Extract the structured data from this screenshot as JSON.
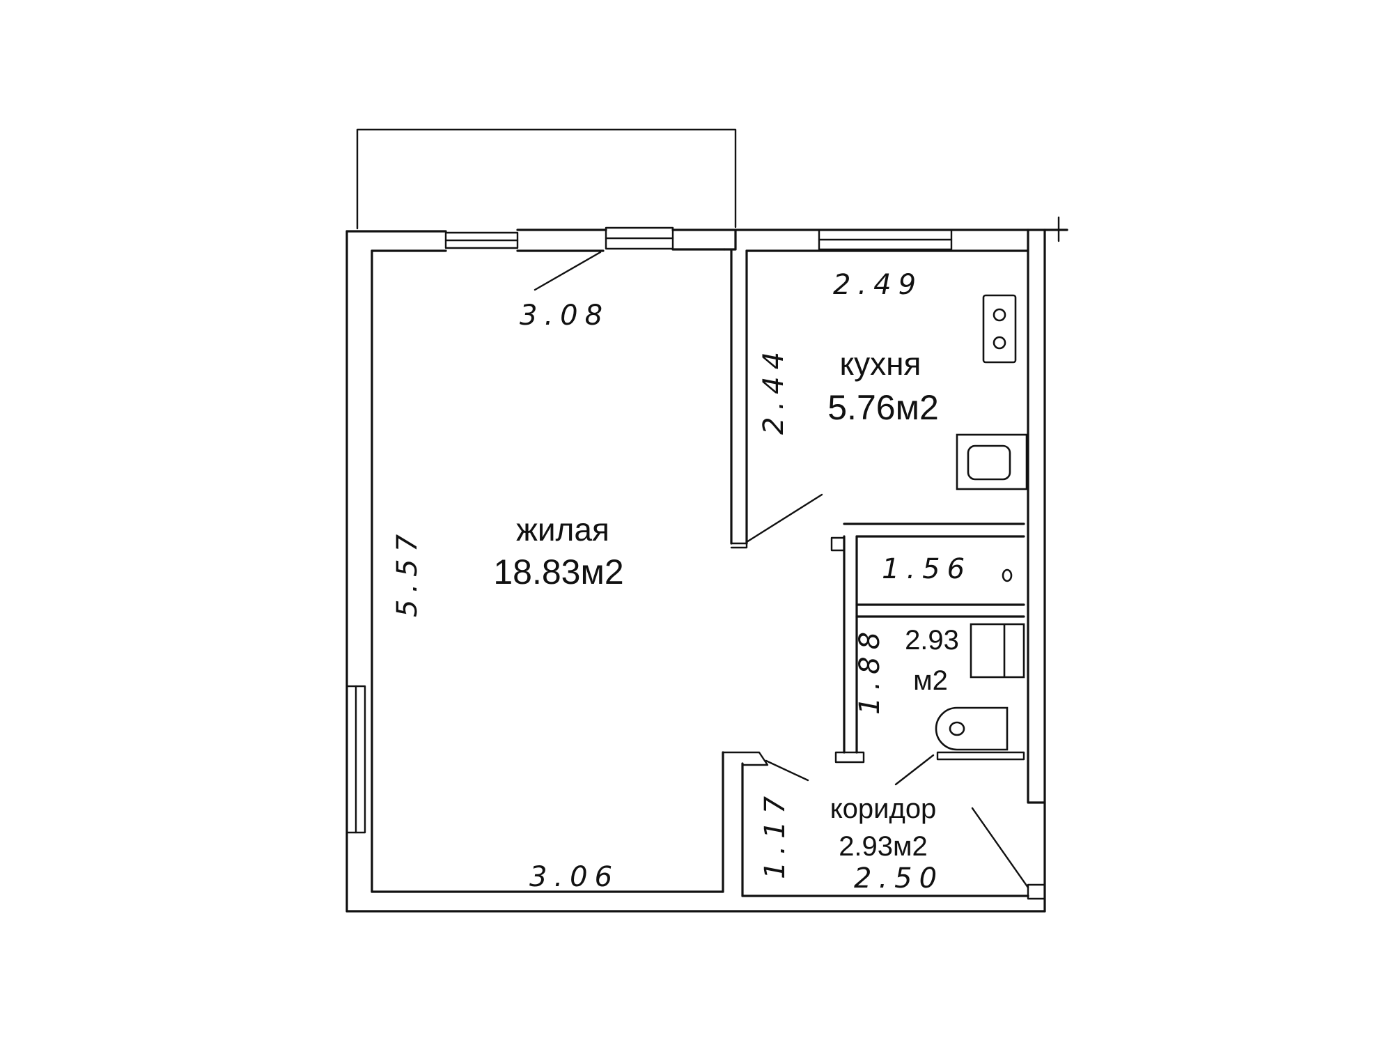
{
  "rooms": {
    "living": {
      "label": "жилая",
      "area": "18.83м2"
    },
    "kitchen": {
      "label": "кухня",
      "area": "5.76м2"
    },
    "bathroom": {
      "area_number": "2.93",
      "area_unit": "м2"
    },
    "corridor": {
      "label": "коридор",
      "area": "2.93м2"
    }
  },
  "dimensions": {
    "living_top": "3.08",
    "living_bottom": "3.06",
    "living_side": "5.57",
    "kitchen_top": "2.49",
    "kitchen_side": "2.44",
    "toilet_width": "1.56",
    "bath_side": "1.88",
    "corridor_side": "1.17",
    "corridor_bottom": "2.50"
  },
  "colors": {
    "ink": "#111111",
    "paper": "#ffffff"
  }
}
